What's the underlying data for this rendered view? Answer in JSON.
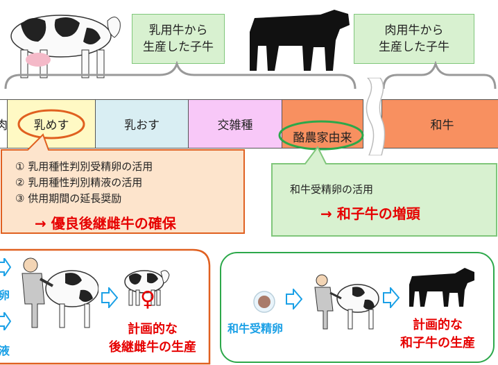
{
  "callouts": {
    "dairy_calf": "乳用牛から\n生産した子牛",
    "beef_calf": "肉用牛から\n生産した子牛"
  },
  "categories": {
    "cut_left": "肉",
    "dairy_female": "乳めす",
    "dairy_male": "乳おす",
    "crossbred": "交雑種",
    "dairy_origin": "酪農家由来",
    "wagyu": "和牛"
  },
  "measures_left": {
    "items": [
      "① 乳用種性判別受精卵の活用",
      "② 乳用種性判別精液の活用",
      "③ 供用期間の延長奨励"
    ],
    "result": "→ 優良後継雌牛の確保"
  },
  "measures_right": {
    "item": "和牛受精卵の活用",
    "result": "→ 和子牛の増頭"
  },
  "bottom_left": {
    "cut_top": "卵",
    "cut_bottom": "液",
    "symbol": "♀",
    "result": "計画的な\n後継雌牛の生産"
  },
  "bottom_right": {
    "embryo_label": "和牛受精卵",
    "result": "計画的な\n和子牛の生産"
  },
  "colors": {
    "callout_fill": "#d8f1d0",
    "dairy_female_fill": "#fff9c4",
    "dairy_male_fill": "#d9eef3",
    "crossbred_fill": "#f8c8f8",
    "wagyu_fill": "#f89060",
    "orange_box_fill": "#fde4cc",
    "orange_border": "#e06020",
    "green_border": "#2ca84a",
    "red_text": "#e60000",
    "blue_text": "#1aa0e6"
  }
}
